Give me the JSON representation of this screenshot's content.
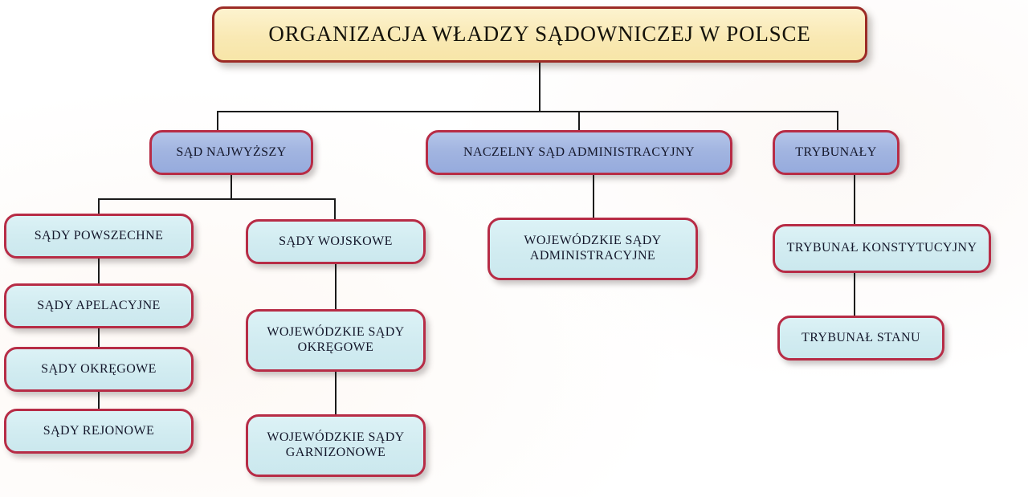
{
  "diagram": {
    "title": "ORGANIZACJA WŁADZY SĄDOWNICZEJ W POLSCE",
    "colors": {
      "title_fill": "#f9e9b4",
      "title_border": "#9c2b26",
      "level1_fill": "#a1b4e0",
      "node_fill": "#d2ecf1",
      "node_border": "#b72c46",
      "connector": "#1b1b1b",
      "text": "#14172b",
      "background": "#ffffff"
    },
    "nodes": {
      "sad_najwyzszy": "SĄD NAJWYŻSZY",
      "nsa": "NACZELNY SĄD ADMINISTRACYJNY",
      "trybunaly": "TRYBUNAŁY",
      "sady_powszechne": "SĄDY POWSZECHNE",
      "sady_apelacyjne": "SĄDY APELACYJNE",
      "sady_okregowe": "SĄDY OKRĘGOWE",
      "sady_rejonowe": "SĄDY REJONOWE",
      "sady_wojskowe": "SĄDY WOJSKOWE",
      "wojewodzkie_sady_okregowe_l1": "WOJEWÓDZKIE SĄDY",
      "wojewodzkie_sady_okregowe_l2": "OKRĘGOWE",
      "wojewodzkie_sady_garnizonowe_l1": "WOJEWÓDZKIE SĄDY",
      "wojewodzkie_sady_garnizonowe_l2": "GARNIZONOWE",
      "wojewodzkie_sady_administracyjne_l1": "WOJEWÓDZKIE SĄDY",
      "wojewodzkie_sady_administracyjne_l2": "ADMINISTRACYJNE",
      "trybunal_konstytucyjny": "TRYBUNAŁ KONSTYTUCYJNY",
      "trybunal_stanu": "TRYBUNAŁ STANU"
    }
  }
}
